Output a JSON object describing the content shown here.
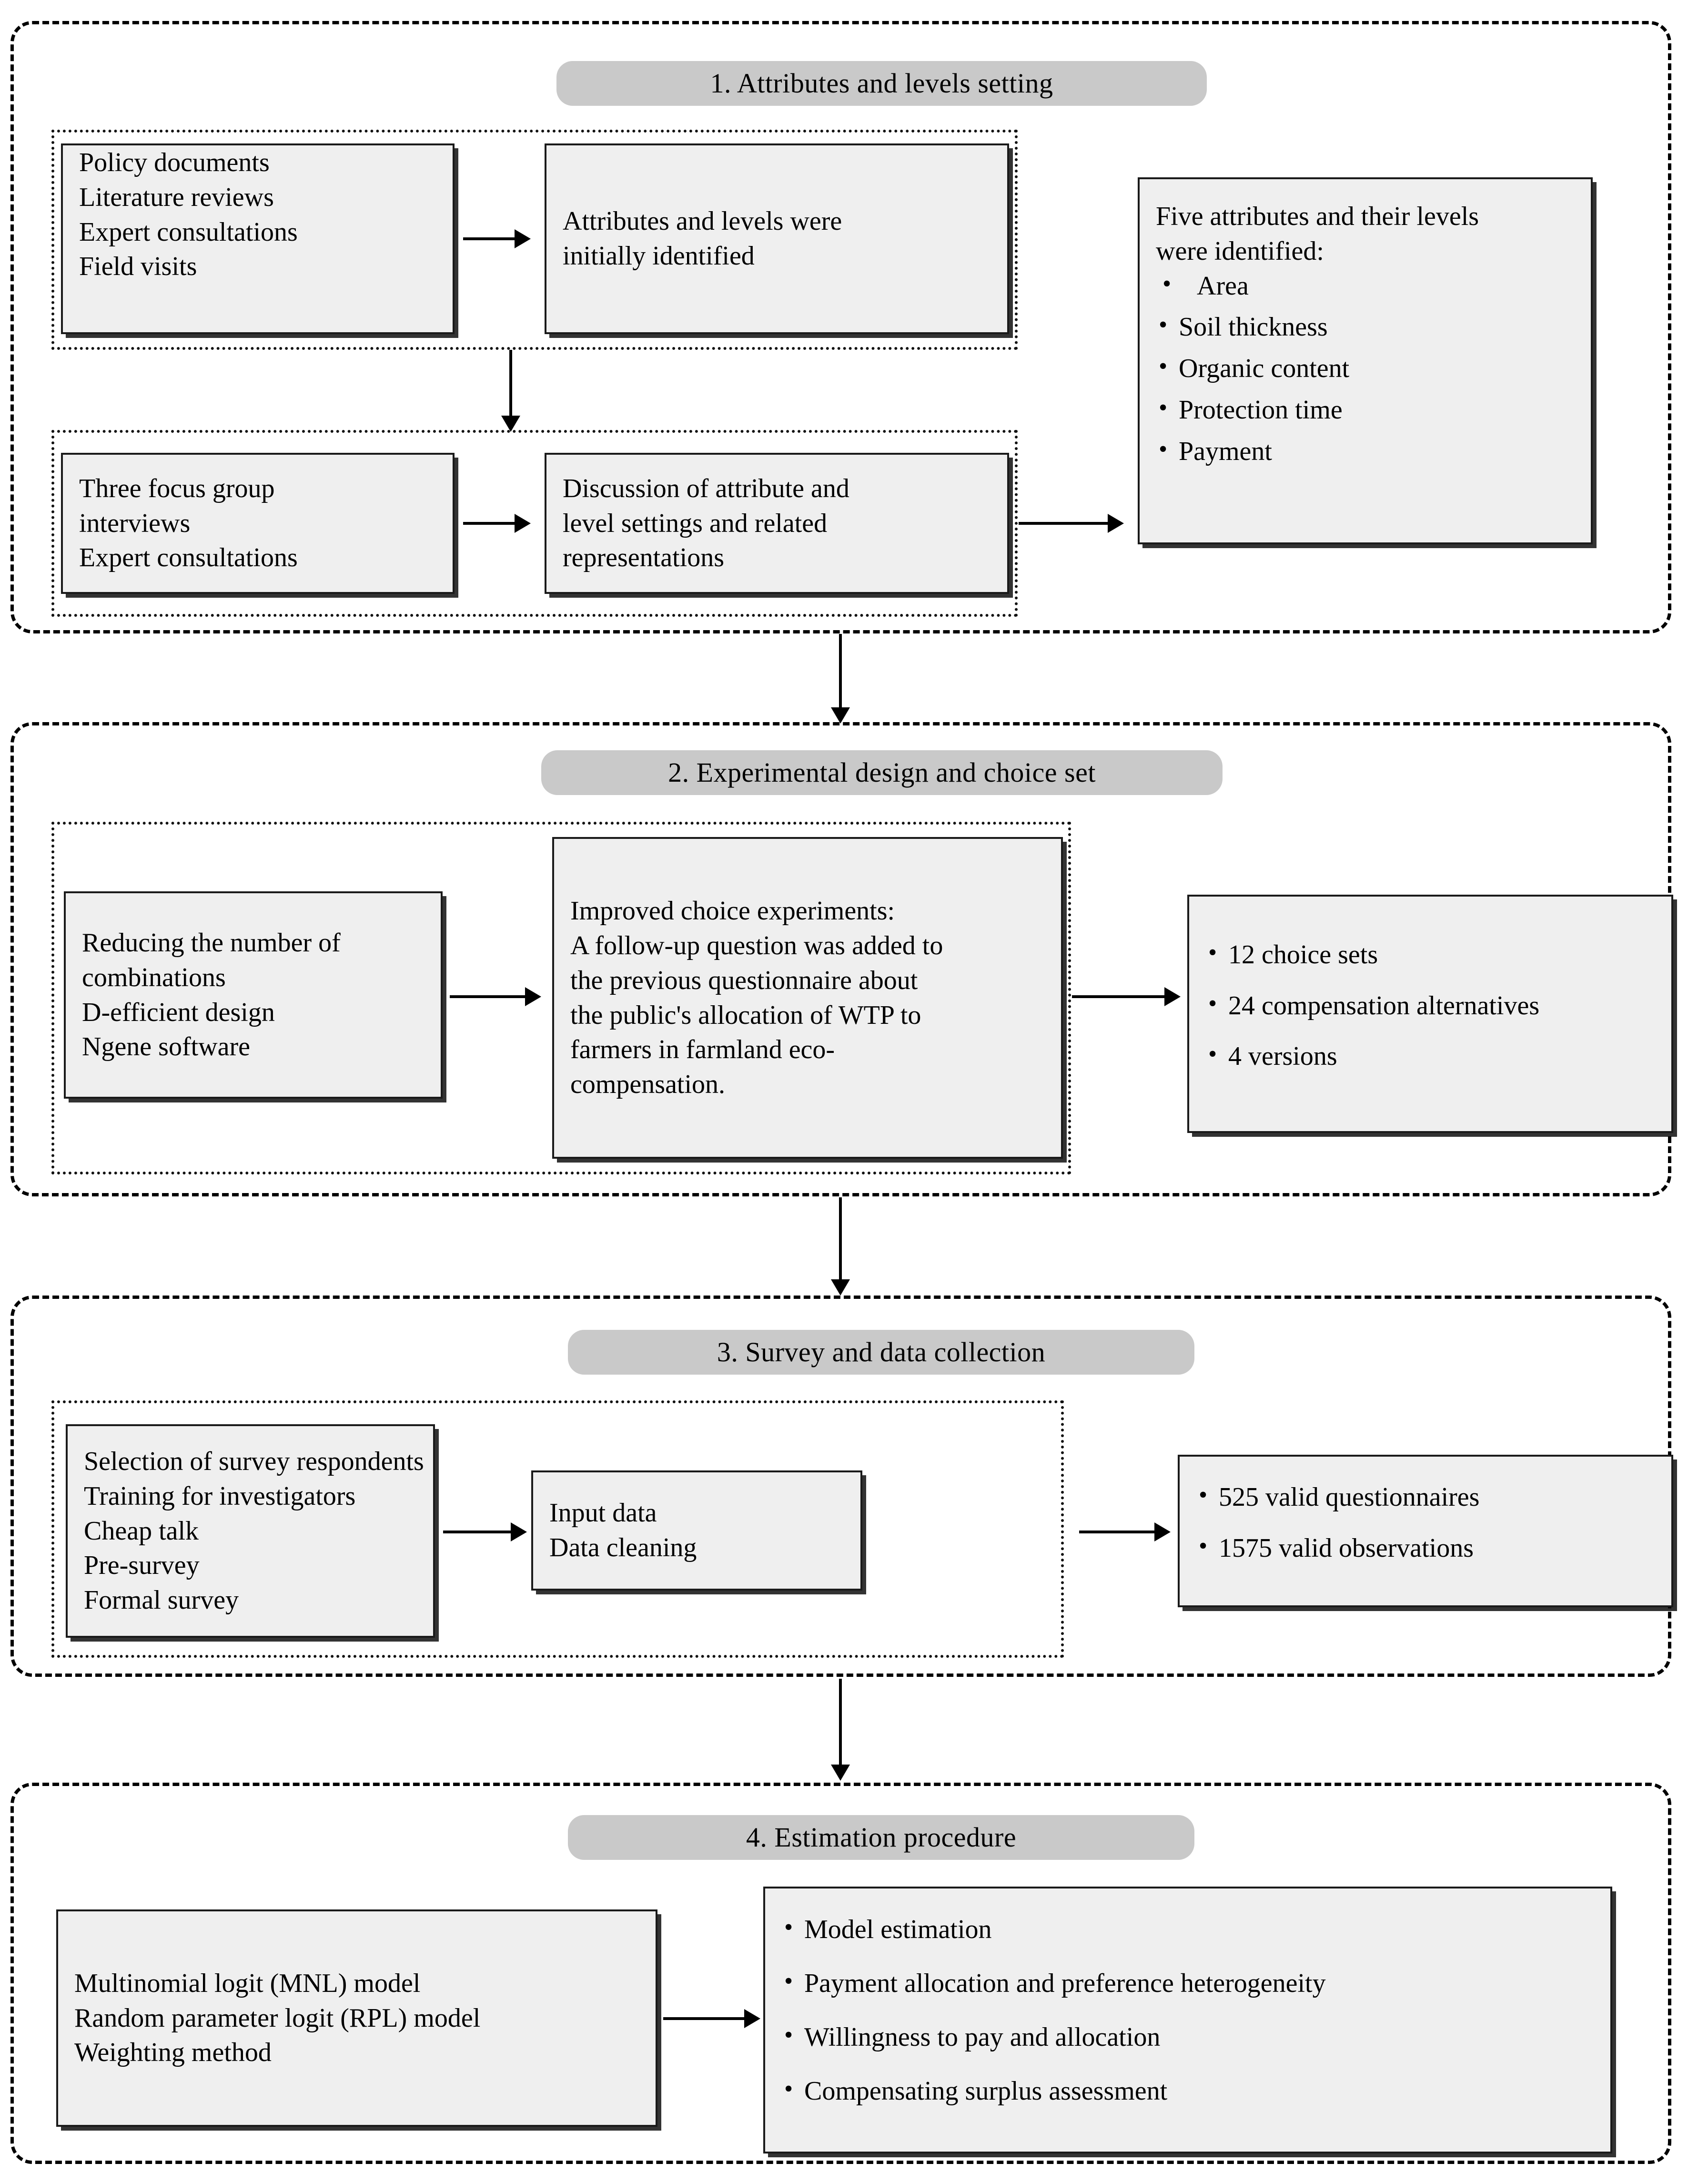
{
  "figure": {
    "title": "Research methodology flowchart for farmland eco-compensation choice experiment"
  },
  "stages": [
    {
      "id": "stage-1",
      "header": "1. Attributes and levels setting",
      "boxes": {
        "sources": [
          "Policy documents",
          "Literature reviews",
          "Expert consultations",
          "Field visits"
        ],
        "initial_identification": [
          "Attributes and levels were",
          "initially identified"
        ],
        "focus_groups": [
          "Three focus group",
          "interviews",
          "Expert consultations"
        ],
        "discussion": [
          "Discussion of attribute and",
          "level settings and related",
          "representations"
        ],
        "result_title": [
          "Five attributes and their levels",
          "were identified:"
        ],
        "result_items": [
          "Area",
          "Soil thickness",
          "Organic content",
          "Protection time",
          "Payment"
        ]
      }
    },
    {
      "id": "stage-2",
      "header": "2. Experimental design and choice set",
      "boxes": {
        "design": [
          "Reducing the number of",
          "combinations",
          "D-efficient design",
          "Ngene software"
        ],
        "improved": "Improved choice experiments:\nA follow-up question was added to the previous questionnaire about the public's allocation of WTP to farmers in farmland eco-compensation.",
        "improved_lines": [
          "Improved choice experiments:",
          "A follow-up question was added to",
          "the previous questionnaire about",
          "the public's allocation of WTP to",
          "farmers in farmland eco-",
          "compensation."
        ],
        "outputs": [
          "12 choice sets",
          "24 compensation alternatives",
          "4 versions"
        ]
      }
    },
    {
      "id": "stage-3",
      "header": "3. Survey and data collection",
      "boxes": {
        "survey_steps": [
          "Selection of survey respondents",
          "Training for investigators",
          "Cheap talk",
          "Pre-survey",
          "Formal survey"
        ],
        "data_steps": [
          "Input data",
          "Data cleaning"
        ],
        "results": [
          "525 valid questionnaires",
          "1575 valid observations"
        ]
      }
    },
    {
      "id": "stage-4",
      "header": "4. Estimation procedure",
      "boxes": {
        "models": [
          "Multinomial logit (MNL) model",
          "Random parameter logit (RPL) model",
          "Weighting method"
        ],
        "outputs": [
          "Model estimation",
          "Payment allocation and preference heterogeneity",
          "Willingness to pay and allocation",
          "Compensating surplus assessment"
        ]
      }
    }
  ],
  "colors": {
    "pill_fill": "#c9c9c9",
    "box_fill": "#efefef",
    "line": "#000000"
  }
}
